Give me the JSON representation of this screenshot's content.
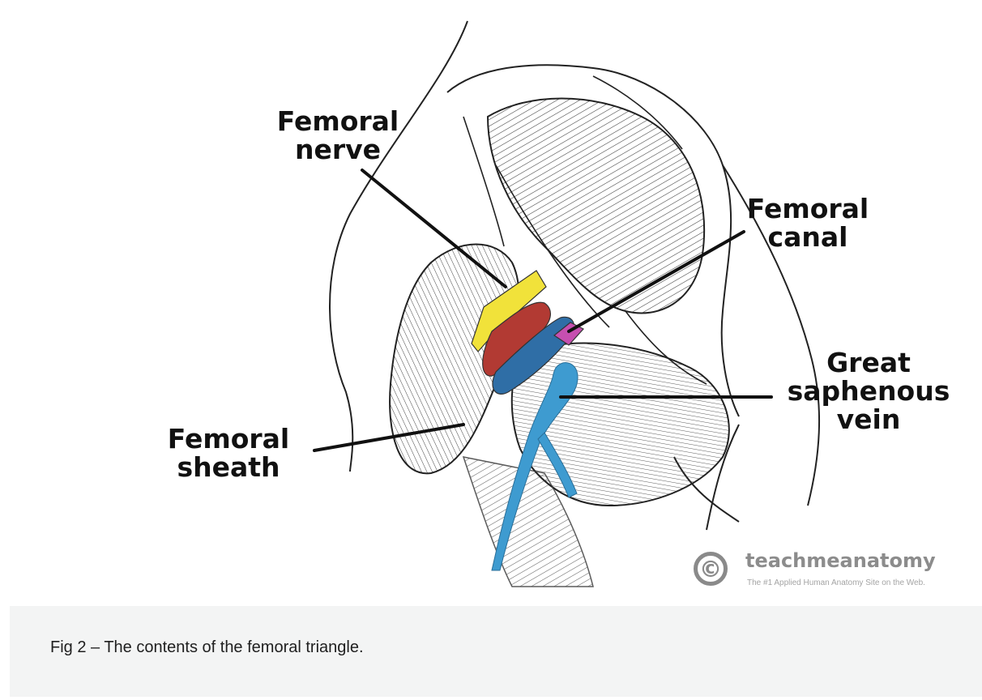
{
  "figure": {
    "labels": {
      "femoral_nerve": [
        "Femoral",
        "nerve"
      ],
      "femoral_canal": [
        "Femoral",
        "canal"
      ],
      "great_saphenous_vein": [
        "Great",
        "saphenous",
        "vein"
      ],
      "femoral_sheath": [
        "Femoral",
        "sheath"
      ]
    },
    "structure_colors": {
      "femoral_nerve": "#f1e23a",
      "femoral_artery": "#b23a33",
      "femoral_vein": "#2f6ea6",
      "femoral_canal": "#c64fb0",
      "great_saphenous_vein": "#3e9bd0"
    },
    "brand": {
      "mark": "©",
      "name": "teachmeanatomy",
      "tagline": "The #1 Applied Human Anatomy Site on the Web."
    }
  },
  "caption": "Fig 2 – The contents of the femoral triangle."
}
